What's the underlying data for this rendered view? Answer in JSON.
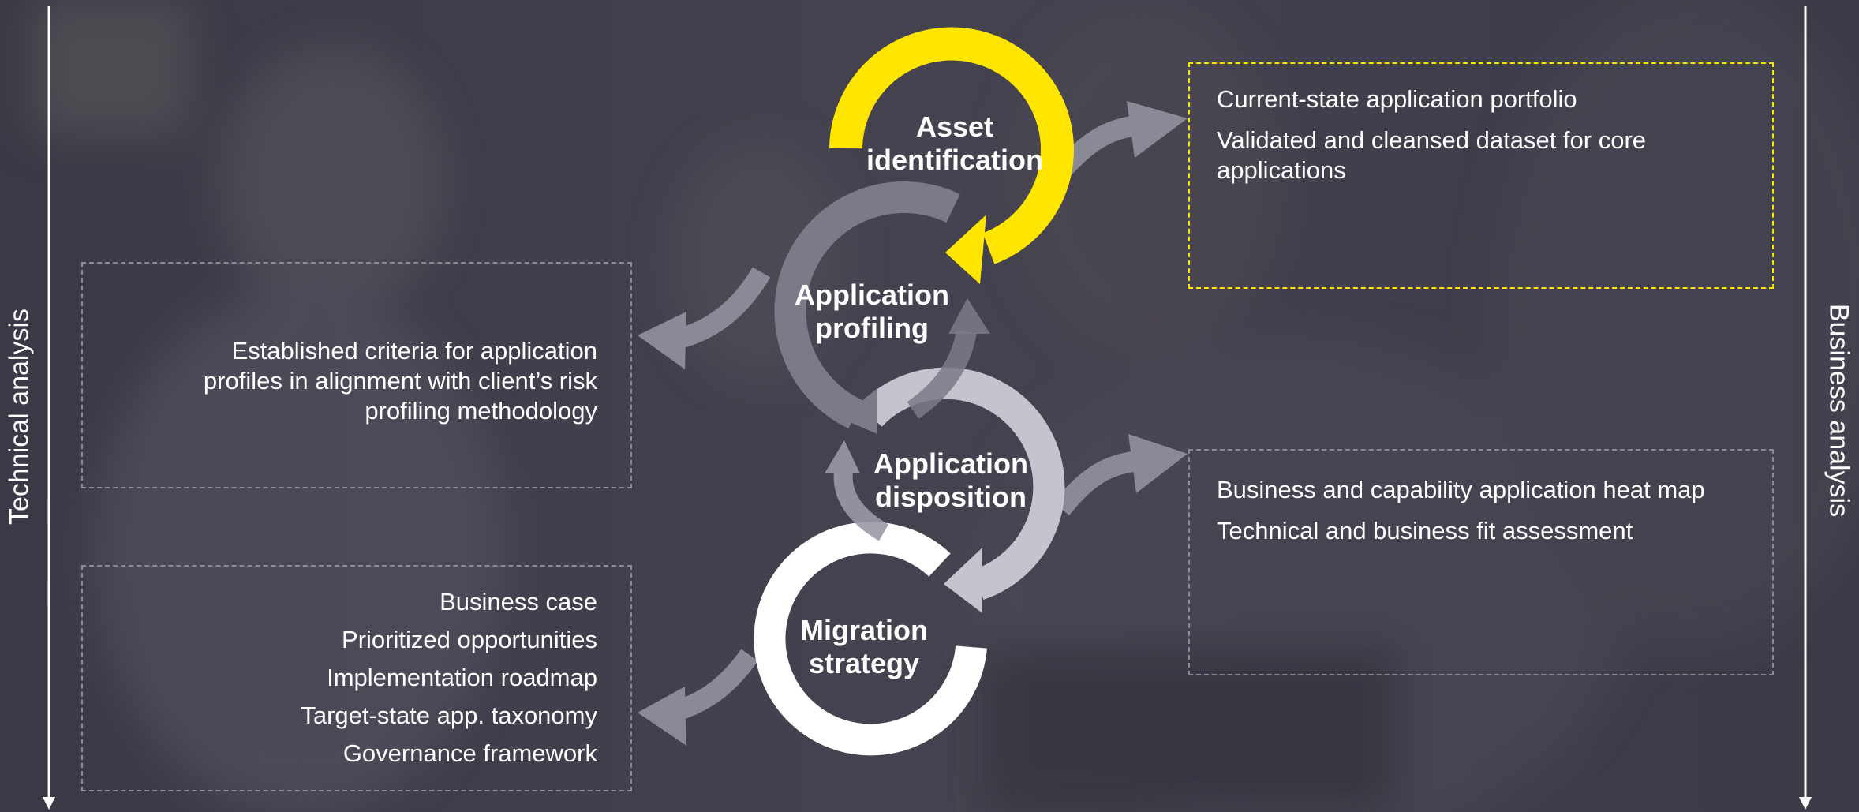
{
  "left_axis_label": "Technical analysis",
  "right_axis_label": "Business analysis",
  "colors": {
    "accent": "#ffe600",
    "cycle_dark": "#7b7b88",
    "cycle_light": "#c4c4cf",
    "cycle_white": "#ffffff",
    "connector": "#8a8a97"
  },
  "cycle": {
    "asset": {
      "line1": "Asset",
      "line2": "identification"
    },
    "profiling": {
      "line1": "Application",
      "line2": "profiling"
    },
    "disposition": {
      "line1": "Application",
      "line2": "disposition"
    },
    "migration": {
      "line1": "Migration",
      "line2": "strategy"
    }
  },
  "boxes": {
    "asset_outputs": [
      "Current-state application portfolio",
      "Validated and cleansed dataset for core applications"
    ],
    "profiling_outputs": [
      "Established criteria for application profiles in alignment with client’s risk profiling methodology"
    ],
    "disposition_outputs": [
      "Business and capability application heat map",
      "Technical and business fit assessment"
    ],
    "migration_outputs": [
      "Business case",
      "Prioritized opportunities",
      "Implementation roadmap",
      "Target-state app. taxonomy",
      "Governance framework"
    ]
  }
}
